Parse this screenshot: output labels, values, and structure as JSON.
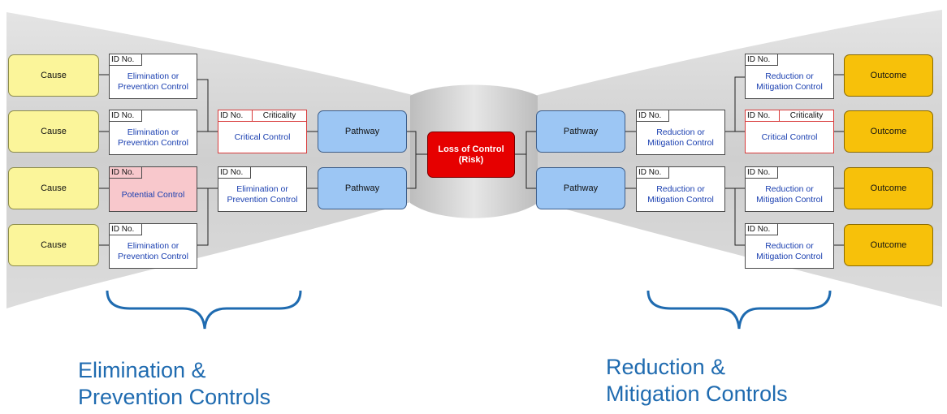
{
  "nodes": {
    "cause_label": "Cause",
    "outcome_label": "Outcome",
    "pathway_label": "Pathway",
    "risk_line1": "Loss of Control",
    "risk_line2": "(Risk)"
  },
  "controls": {
    "id_label": "ID No.",
    "criticality_label": "Criticality",
    "elim_line1": "Elimination or",
    "elim_line2": "Prevention Control",
    "red_line1": "Reduction or",
    "red_line2": "Mitigation Control",
    "critical_control": "Critical Control",
    "potential_control": "Potential Control"
  },
  "captions": {
    "left_line1": "Elimination &",
    "left_line2": "Prevention Controls",
    "right_line1": "Reduction &",
    "right_line2": "Mitigation Controls"
  },
  "colors": {
    "cause": "#fbf59a",
    "outcome": "#f7c10a",
    "pathway": "#9cc6f4",
    "risk": "#e60000",
    "critical_border": "#d83a3a",
    "potential_fill": "#f8c8cc",
    "control_text": "#1a3fb0",
    "caption_text": "#1f6bb0"
  }
}
